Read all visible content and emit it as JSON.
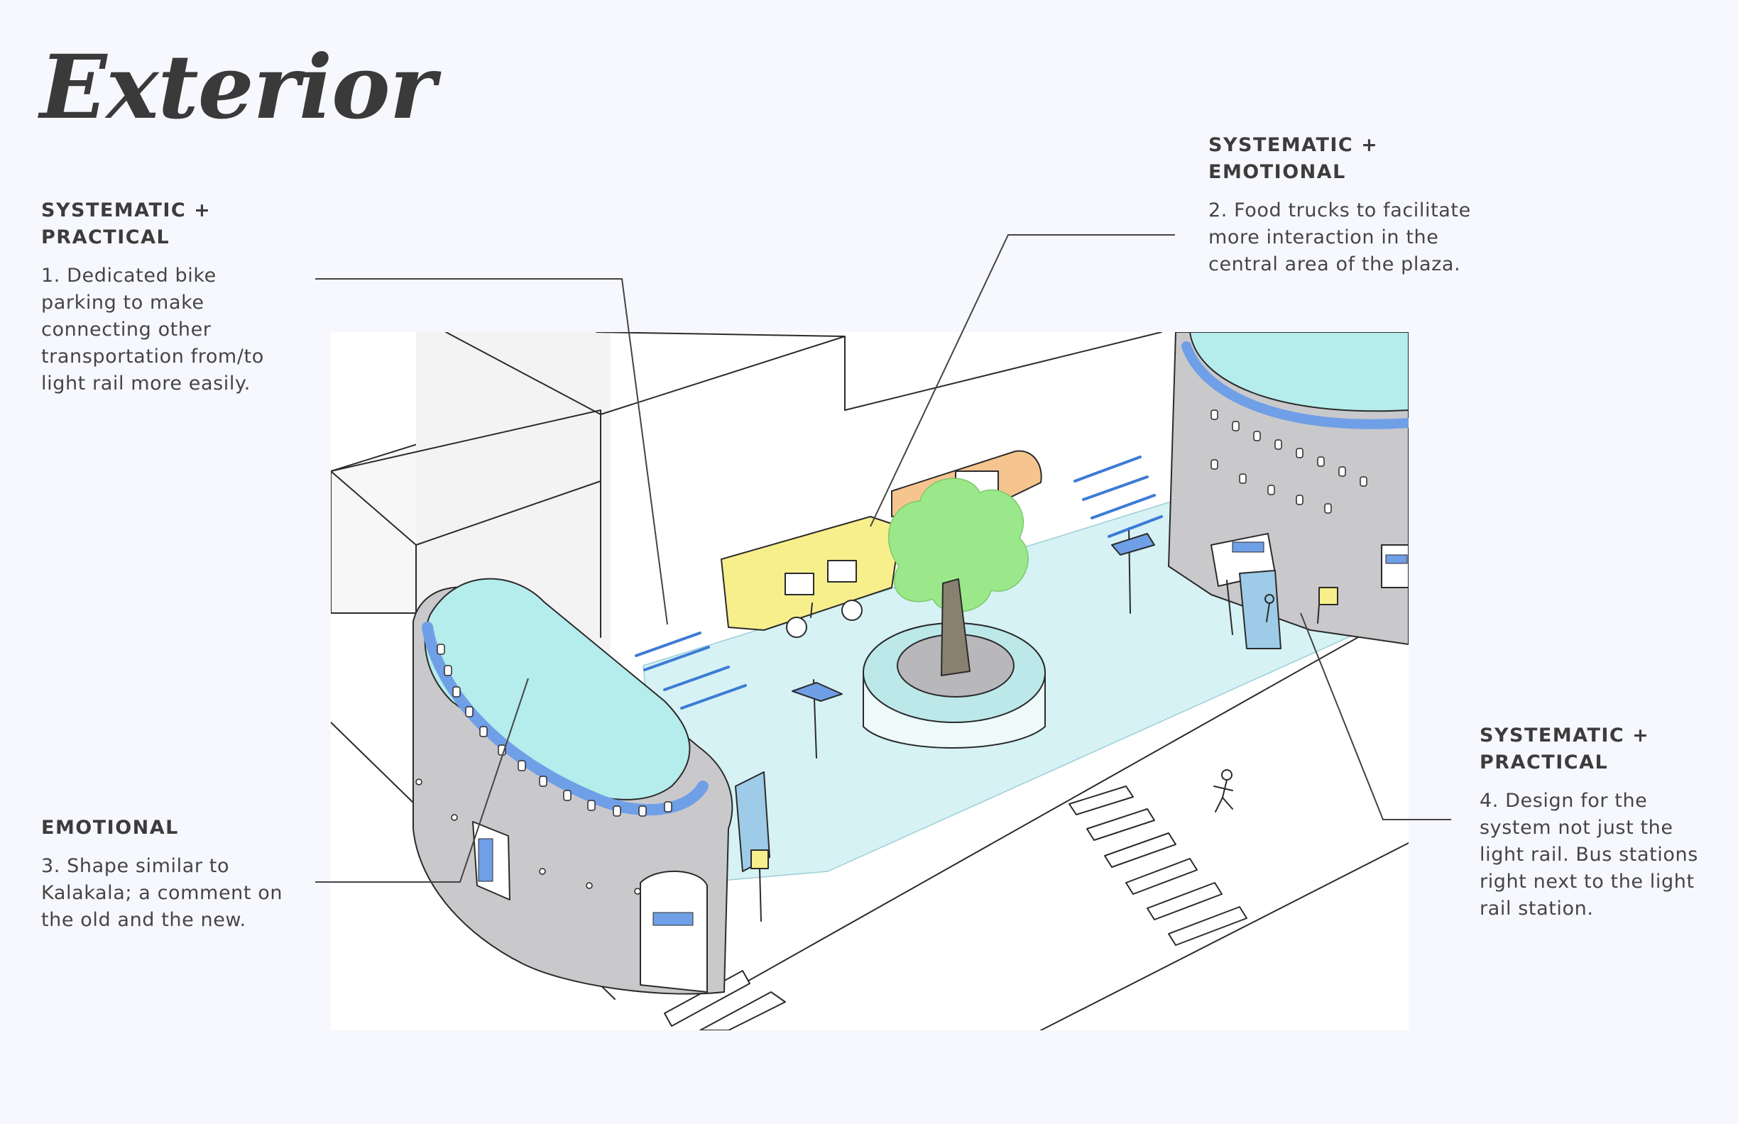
{
  "title": "Exterior",
  "notes": [
    {
      "heading": "SYSTEMATIC +\nPRACTICAL",
      "text": "1. Dedicated bike\nparking to make\nconnecting other\ntransportation from/to\nlight rail more easily."
    },
    {
      "heading": "SYSTEMATIC +\nEMOTIONAL",
      "text": "2. Food trucks to facilitate\nmore interaction in the\ncentral area of the plaza."
    },
    {
      "heading": "EMOTIONAL",
      "text": "3. Shape similar to\nKalakala; a comment on\nthe old and the new."
    },
    {
      "heading": "SYSTEMATIC +\nPRACTICAL",
      "text": "4. Design for the\nsystem not just the\nlight rail. Bus stations\nright next to the light\nrail station."
    }
  ],
  "colors": {
    "background": "#f7f8fd",
    "text": "#3b3b3b",
    "plaza": "#d6f2f4",
    "roof": "#b5ecec",
    "station_body": "#c9c9cc",
    "station_band": "#6f9fe6",
    "tree": "#9ae88a",
    "food_truck_yellow": "#f7ef8c",
    "food_truck_orange": "#f6c48e",
    "bike_rack": "#3d7bd6"
  }
}
